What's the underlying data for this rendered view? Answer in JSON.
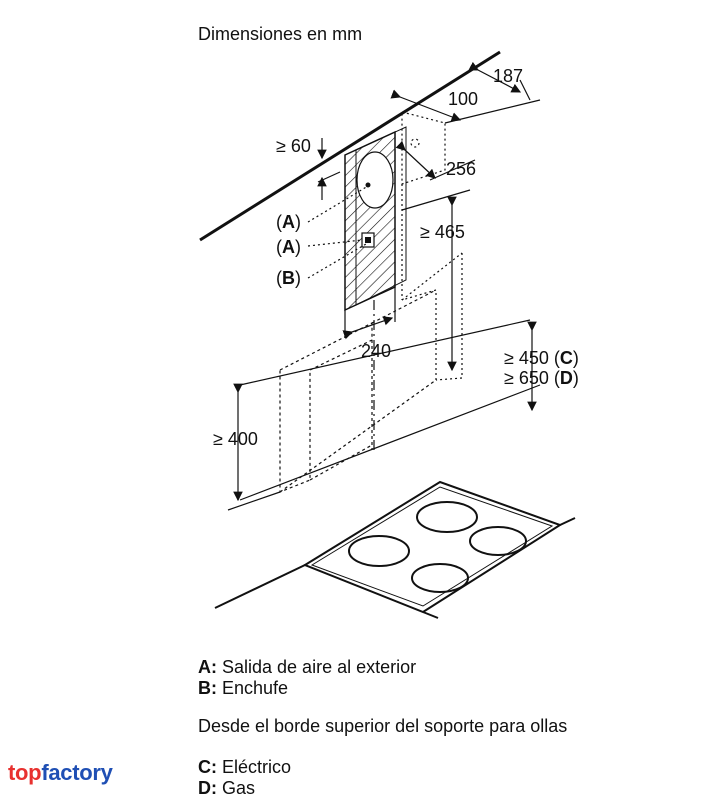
{
  "title": "Dimensiones en mm",
  "dimensions": {
    "d187": "187",
    "d100": "100",
    "d60": "≥ 60",
    "d256": "256",
    "d465": "≥ 465",
    "d240": "240",
    "d450_prefix": "≥ 450 (",
    "d450_key": "C",
    "d450_suffix": ")",
    "d650_prefix": "≥ 650 (",
    "d650_key": "D",
    "d650_suffix": ")",
    "d400": "≥ 400"
  },
  "callouts": {
    "a1_open": "(",
    "a1_key": "A",
    "a1_close": ")",
    "a2_open": "(",
    "a2_key": "A",
    "a2_close": ")",
    "b_open": "(",
    "b_key": "B",
    "b_close": ")"
  },
  "legend": {
    "a_key": "A:",
    "a_text": " Salida de aire al exterior",
    "b_key": "B:",
    "b_text": " Enchufe",
    "note": "Desde el borde superior del soporte para ollas",
    "c_key": "C:",
    "c_text": " Eléctrico",
    "d_key": "D:",
    "d_text": " Gas"
  },
  "brand": {
    "part1": "top",
    "part2": "factory"
  },
  "colors": {
    "brand_red": "#e8312f",
    "brand_blue": "#1f4fb4",
    "line": "#111111"
  }
}
